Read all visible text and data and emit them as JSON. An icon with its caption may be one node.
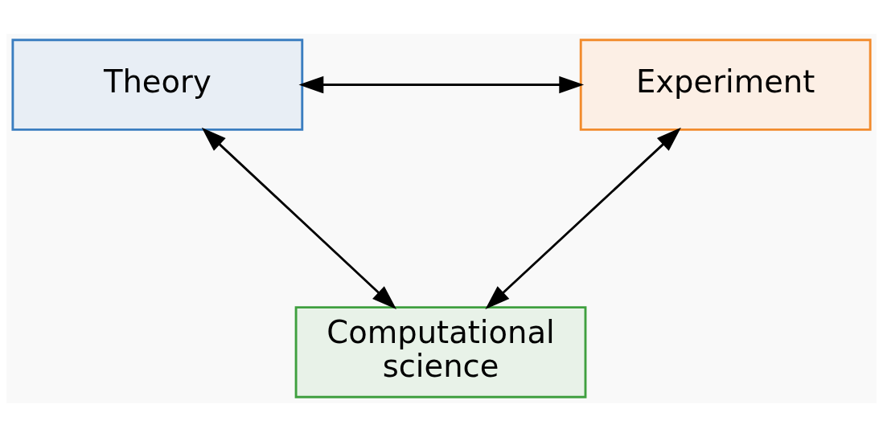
{
  "diagram": {
    "nodes": [
      {
        "text": [
          "Theory"
        ]
      },
      {
        "text": [
          "Experiment"
        ]
      },
      {
        "text": [
          "Computational science"
        ]
      }
    ],
    "edges": [
      {
        "from": 0,
        "to": 1,
        "arrow": "both"
      },
      {
        "from": 0,
        "to": 2,
        "arrow": "both"
      },
      {
        "from": 1,
        "to": 2,
        "arrow": "both"
      }
    ]
  }
}
